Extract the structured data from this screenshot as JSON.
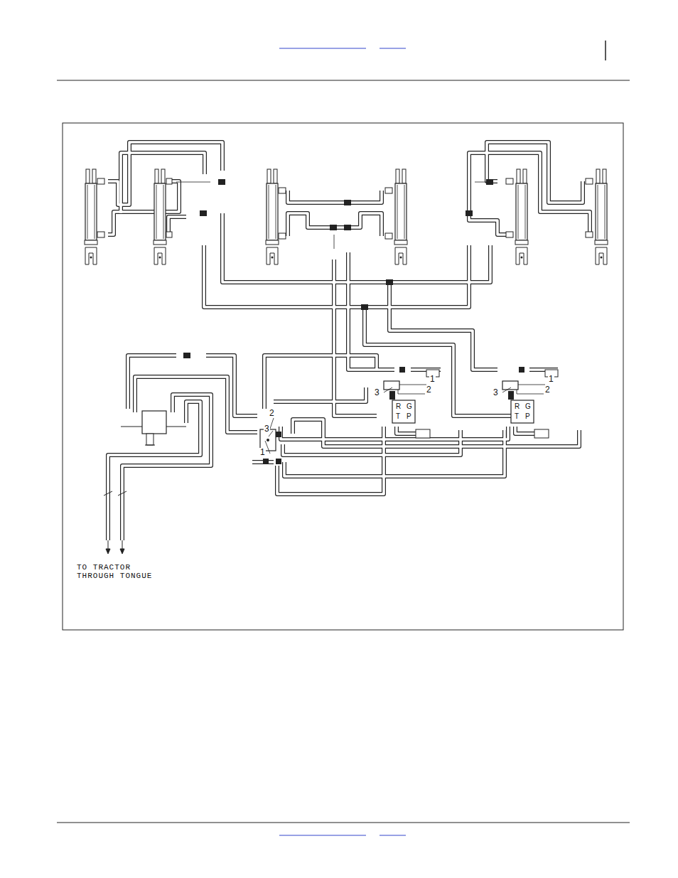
{
  "diagram": {
    "labels": [
      "1",
      "3",
      "2",
      "1",
      "3",
      "2",
      "2",
      "3",
      "1",
      "R",
      "G",
      "T",
      "P",
      "R",
      "G",
      "T",
      "P",
      "TO TRACTOR THROUGH TONGUE"
    ]
  }
}
